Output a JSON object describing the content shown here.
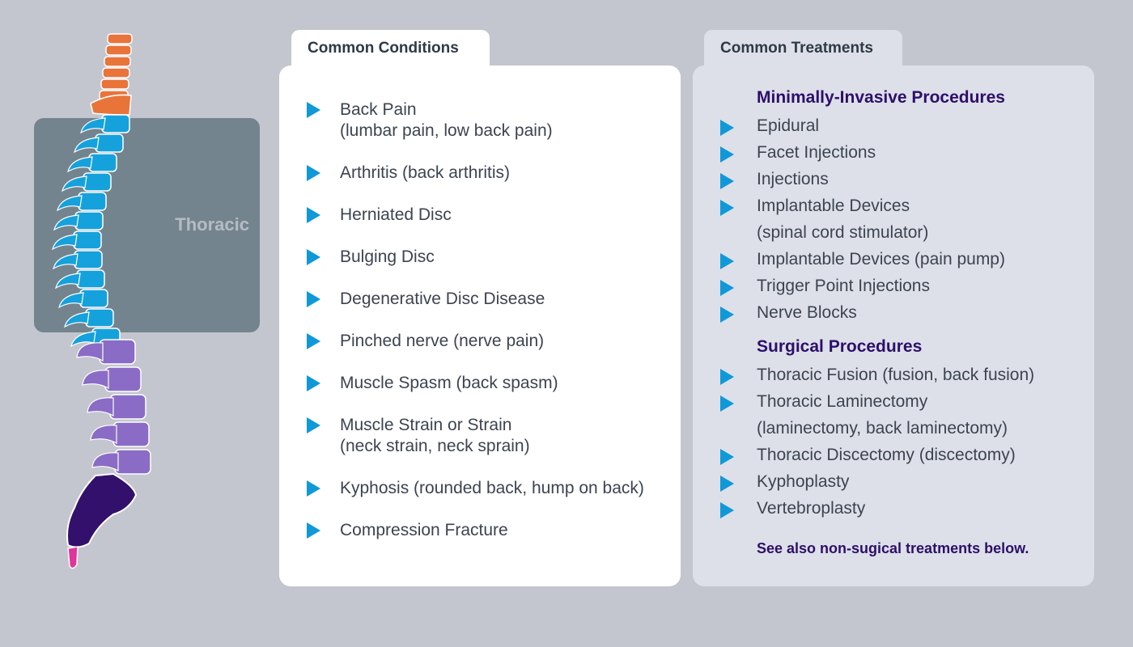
{
  "spine": {
    "region_label": "Thoracic",
    "colors": {
      "cervical": "#e8743a",
      "thoracic": "#15a2dc",
      "lumbar": "#8a6cc6",
      "sacrum": "#33106b",
      "coccyx": "#e0359a",
      "region_box": "#74848f",
      "outline": "#ffffff"
    }
  },
  "conditions": {
    "tab_label": "Common Conditions",
    "items": [
      {
        "label": "Back Pain",
        "sub": "(lumbar pain, low back pain)"
      },
      {
        "label": "Arthritis (back arthritis)",
        "sub": ""
      },
      {
        "label": "Herniated Disc",
        "sub": ""
      },
      {
        "label": "Bulging Disc",
        "sub": ""
      },
      {
        "label": "Degenerative Disc Disease",
        "sub": ""
      },
      {
        "label": "Pinched nerve (nerve pain)",
        "sub": ""
      },
      {
        "label": "Muscle Spasm (back spasm)",
        "sub": ""
      },
      {
        "label": "Muscle Strain or Strain",
        "sub": "(neck strain, neck sprain)"
      },
      {
        "label": "Kyphosis (rounded back, hump on back)",
        "sub": ""
      },
      {
        "label": "Compression Fracture",
        "sub": ""
      }
    ]
  },
  "treatments": {
    "tab_label": "Common Treatments",
    "minimally_invasive": {
      "heading": "Minimally-Invasive Procedures",
      "items": [
        {
          "label": "Epidural",
          "sub": ""
        },
        {
          "label": "Facet Injections",
          "sub": ""
        },
        {
          "label": "Injections",
          "sub": ""
        },
        {
          "label": "Implantable Devices",
          "sub": "(spinal cord stimulator)"
        },
        {
          "label": "Implantable Devices (pain pump)",
          "sub": ""
        },
        {
          "label": "Trigger Point Injections",
          "sub": ""
        },
        {
          "label": "Nerve Blocks",
          "sub": ""
        }
      ]
    },
    "surgical": {
      "heading": "Surgical Procedures",
      "items": [
        {
          "label": "Thoracic Fusion (fusion, back fusion)",
          "sub": ""
        },
        {
          "label": "Thoracic Laminectomy",
          "sub": "(laminectomy, back laminectomy)"
        },
        {
          "label": "Thoracic Discectomy (discectomy)",
          "sub": ""
        },
        {
          "label": "Kyphoplasty",
          "sub": ""
        },
        {
          "label": "Vertebroplasty",
          "sub": ""
        }
      ]
    },
    "note": "See also non-sugical treatments below."
  }
}
